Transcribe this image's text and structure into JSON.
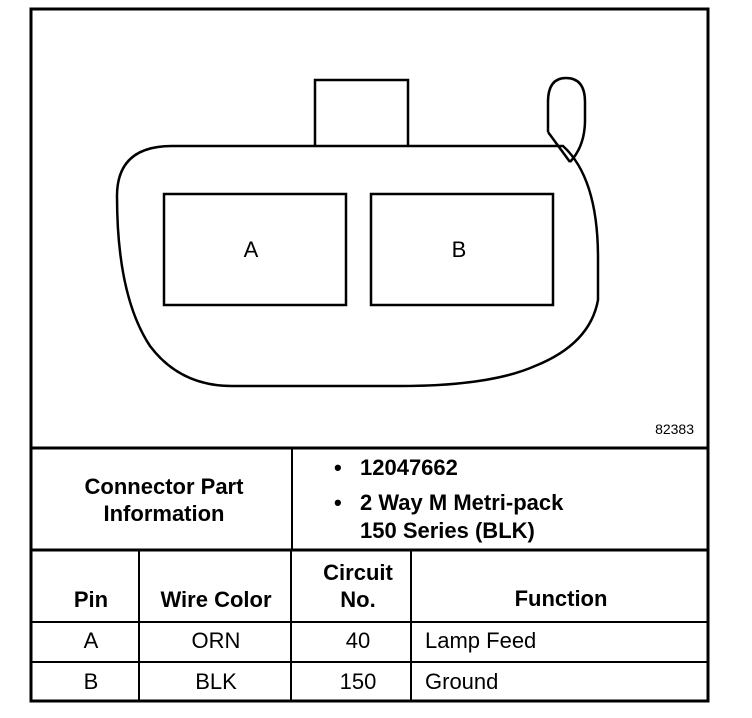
{
  "figure": {
    "number": "82383",
    "cavity_a_label": "A",
    "cavity_b_label": "B"
  },
  "part_info": {
    "label_line1": "Connector Part",
    "label_line2": "Information",
    "bullet": "•",
    "part_number": "12047662",
    "description_line1": "2 Way M Metri-pack",
    "description_line2": "150 Series (BLK)"
  },
  "table": {
    "headers": {
      "pin": "Pin",
      "wire_color": "Wire Color",
      "circuit_line1": "Circuit",
      "circuit_line2": "No.",
      "function": "Function"
    },
    "rows": [
      {
        "pin": "A",
        "wire_color": "ORN",
        "circuit": "40",
        "function": "Lamp Feed"
      },
      {
        "pin": "B",
        "wire_color": "BLK",
        "circuit": "150",
        "function": "Ground"
      }
    ]
  }
}
